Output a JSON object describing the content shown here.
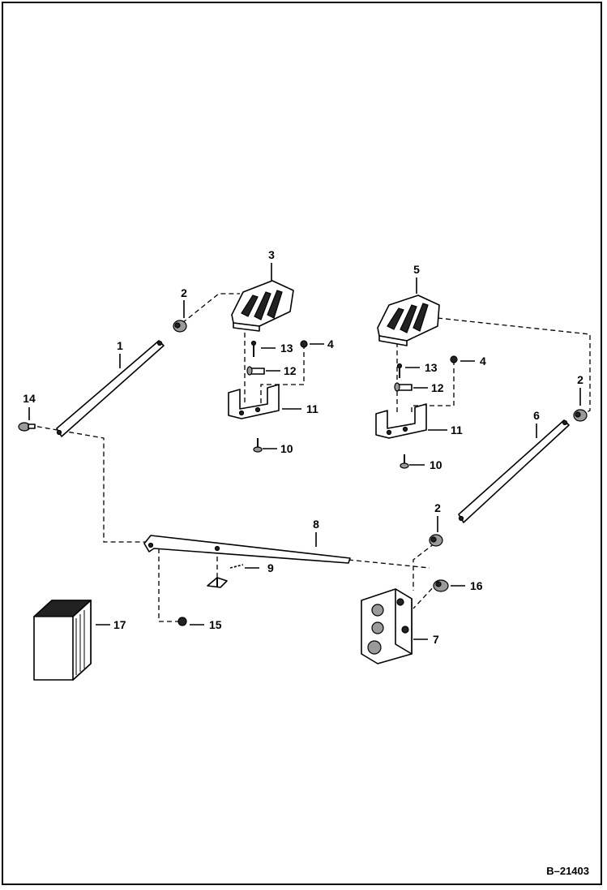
{
  "document_id": "B–21403",
  "callouts": {
    "c1": "1",
    "c2a": "2",
    "c2b": "2",
    "c2c": "2",
    "c3": "3",
    "c4a": "4",
    "c4b": "4",
    "c5": "5",
    "c6": "6",
    "c7": "7",
    "c8": "8",
    "c9": "9",
    "c10a": "10",
    "c10b": "10",
    "c11a": "11",
    "c11b": "11",
    "c12a": "12",
    "c12b": "12",
    "c13a": "13",
    "c13b": "13",
    "c14": "14",
    "c15": "15",
    "c16": "16",
    "c17": "17"
  }
}
